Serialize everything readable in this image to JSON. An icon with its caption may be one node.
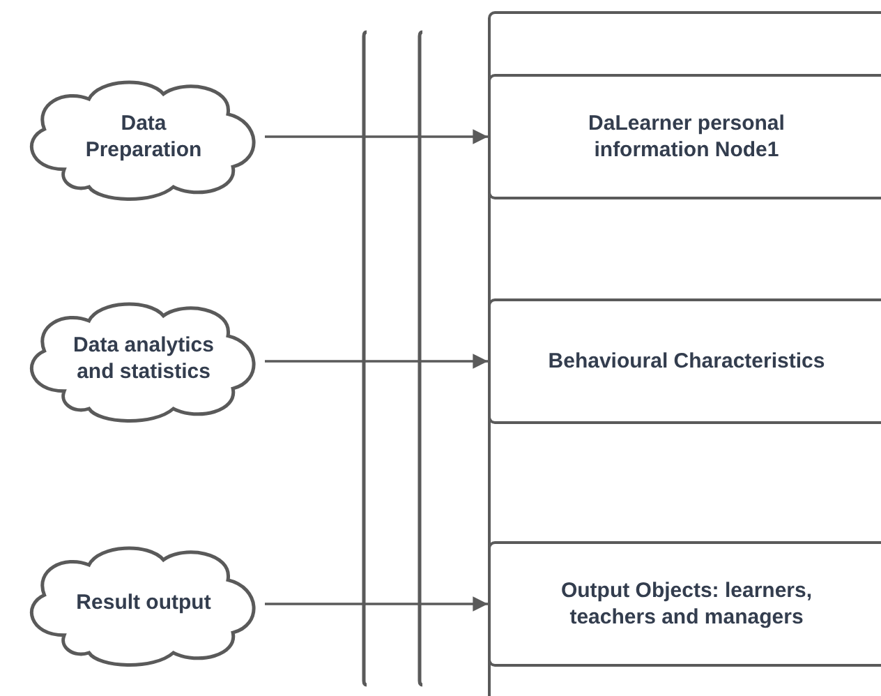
{
  "diagram": {
    "nodes": [
      {
        "text": [
          "Data Preparation"
        ]
      },
      {
        "text": [
          "Data analytics and statistics"
        ]
      },
      {
        "text": [
          "Result output"
        ]
      },
      {
        "text": [],
        "shape": "box"
      },
      {
        "text": [
          "DaLearner personal information Node1"
        ],
        "in": 3
      },
      {
        "text": [
          "Behavioural Characteristics"
        ],
        "in": 3
      },
      {
        "text": [
          "Output Objects: learners, teachers and managers"
        ],
        "in": 3
      }
    ],
    "edges": [
      {
        "from": 0,
        "to": 4,
        "arrow": "to"
      },
      {
        "from": 1,
        "to": 5,
        "arrow": "to"
      },
      {
        "from": 2,
        "to": 6,
        "arrow": "to"
      }
    ]
  }
}
